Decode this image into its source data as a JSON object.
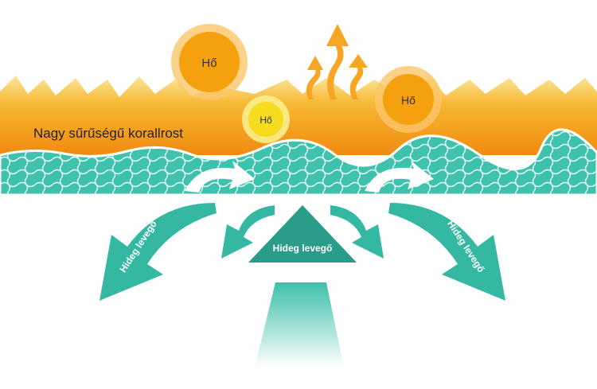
{
  "labels": {
    "heat_big": "Hő",
    "heat_small": "Hő",
    "heat_right": "Hő",
    "fiber": "Nagy sűrűségű korallrost",
    "cold_air_center": "Hideg levegő",
    "cold_air_left": "Hideg levegő",
    "cold_air_right": "Hideg levegő"
  },
  "colors": {
    "orange": "#f5a623",
    "yellow": "#f7e03a",
    "teal": "#3dbfa8",
    "dark_teal": "#2a9d8a"
  }
}
